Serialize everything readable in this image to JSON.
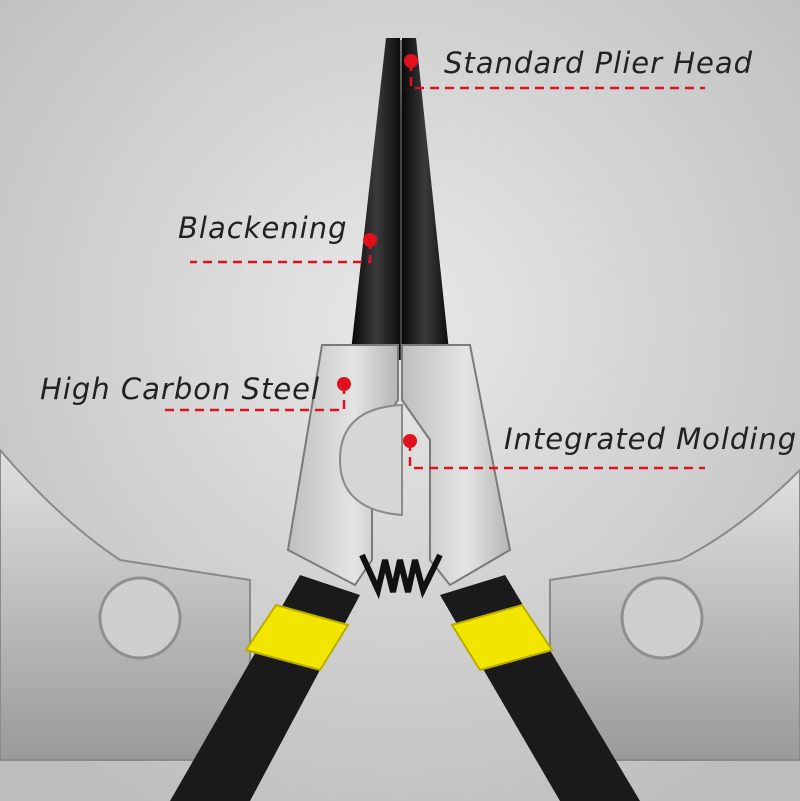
{
  "labels": {
    "head": "Standard Plier Head",
    "blackening": "Blackening",
    "steel": "High Carbon Steel",
    "molding": "Integrated Molding"
  },
  "colors": {
    "marker": "#e0101c",
    "handle_accent": "#f2e600",
    "handle": "#1a1a1a",
    "steel": "#c9c9c9",
    "background": "#d4d4d4"
  }
}
